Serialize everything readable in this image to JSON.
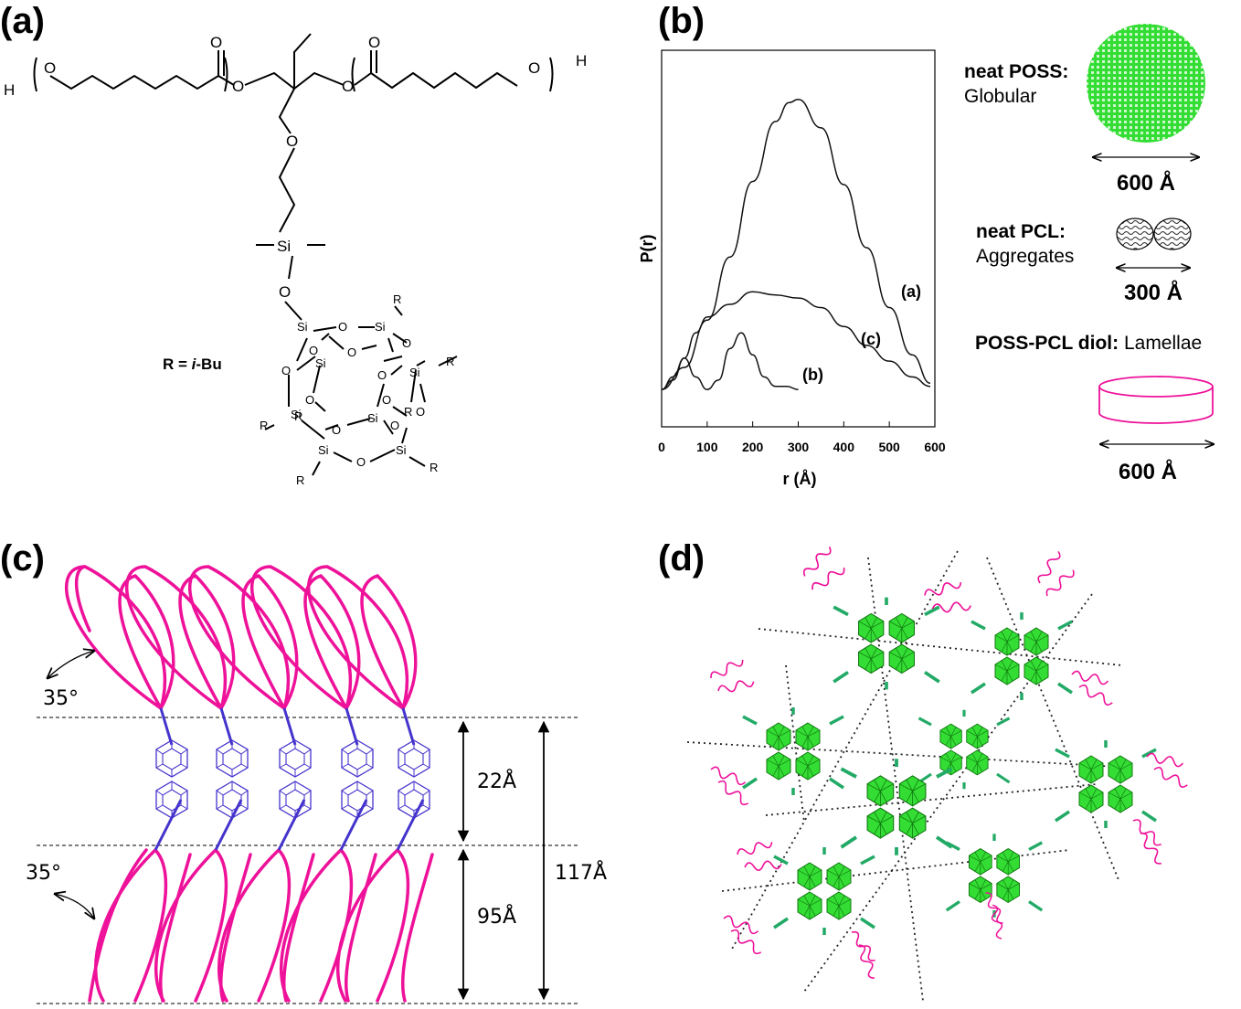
{
  "panels": {
    "a": {
      "label": "(a)",
      "r_def_prefix": "R = ",
      "r_def_value": "i",
      "r_def_suffix": "-Bu",
      "atoms": {
        "O": "O",
        "Si": "Si",
        "R": "R",
        "H": "H"
      }
    },
    "b": {
      "label": "(b)"
    },
    "c": {
      "label": "(c)",
      "angle_top": "35°",
      "angle_bottom": "35°",
      "dim_22": "22Å",
      "dim_95": "95Å",
      "dim_117": "117Å"
    },
    "d": {
      "label": "(d)"
    }
  },
  "legend": {
    "poss_bold": "neat POSS:",
    "poss_desc": "Globular",
    "poss_size": "600 Å",
    "pcl_bold": "neat PCL:",
    "pcl_desc": "Aggregates",
    "pcl_size": "300 Å",
    "diol_bold": "POSS-PCL diol:",
    "diol_desc": " Lamellae",
    "diol_size": "600 Å"
  },
  "colors": {
    "poss_green": "#33dd33",
    "pcl_magenta": "#ee1199",
    "poss_blue": "#4433cc",
    "link_teal": "#22aa66"
  },
  "chart_data": {
    "type": "line",
    "title": "",
    "xlabel": "r (Å)",
    "ylabel": "P(r)",
    "xlim": [
      0,
      600
    ],
    "x_ticks": [
      "0",
      "100",
      "200",
      "300",
      "400",
      "500",
      "600"
    ],
    "y_ticks": [],
    "series": [
      {
        "name": "(a)",
        "x": [
          0,
          50,
          100,
          150,
          200,
          250,
          280,
          300,
          350,
          400,
          450,
          500,
          550,
          590
        ],
        "y": [
          0.04,
          0.11,
          0.26,
          0.46,
          0.7,
          0.89,
          0.95,
          0.96,
          0.87,
          0.69,
          0.49,
          0.3,
          0.15,
          0.06
        ]
      },
      {
        "name": "(b)",
        "x": [
          0,
          25,
          50,
          75,
          100,
          125,
          150,
          175,
          200,
          225,
          250,
          275,
          300
        ],
        "y": [
          0.04,
          0.08,
          0.14,
          0.08,
          0.04,
          0.07,
          0.17,
          0.22,
          0.15,
          0.08,
          0.05,
          0.05,
          0.04
        ]
      },
      {
        "name": "(c)",
        "x": [
          0,
          25,
          50,
          75,
          100,
          150,
          200,
          250,
          300,
          350,
          400,
          450,
          500,
          550,
          590
        ],
        "y": [
          0.04,
          0.07,
          0.14,
          0.22,
          0.27,
          0.31,
          0.35,
          0.34,
          0.33,
          0.3,
          0.24,
          0.18,
          0.13,
          0.08,
          0.05
        ]
      }
    ]
  }
}
